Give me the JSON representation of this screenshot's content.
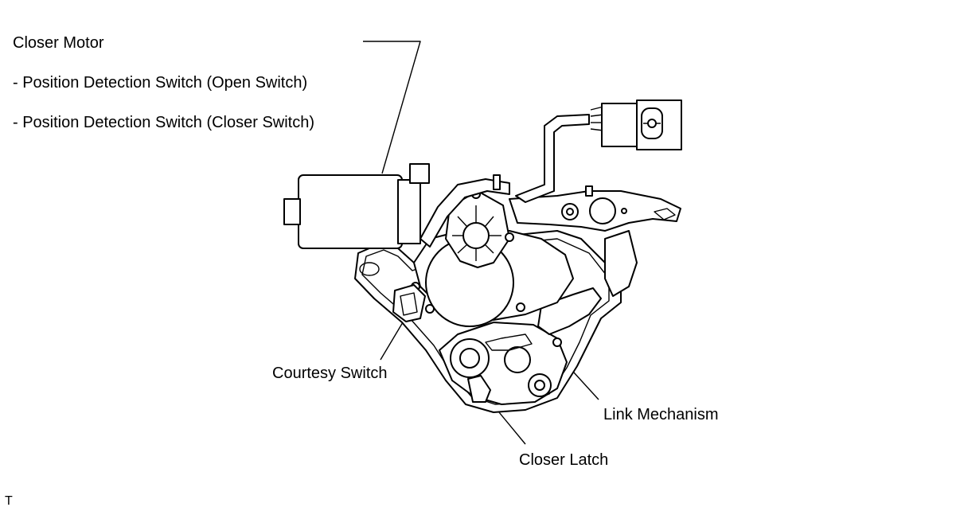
{
  "labels": {
    "closer_motor": "Closer Motor",
    "open_switch": "- Position Detection Switch (Open Switch)",
    "closer_switch": "- Position Detection Switch (Closer Switch)",
    "courtesy_switch": "Courtesy Switch",
    "link_mechanism": "Link Mechanism",
    "closer_latch": "Closer Latch",
    "corner_mark": "T"
  },
  "colors": {
    "line": "#000000",
    "background": "#ffffff"
  }
}
